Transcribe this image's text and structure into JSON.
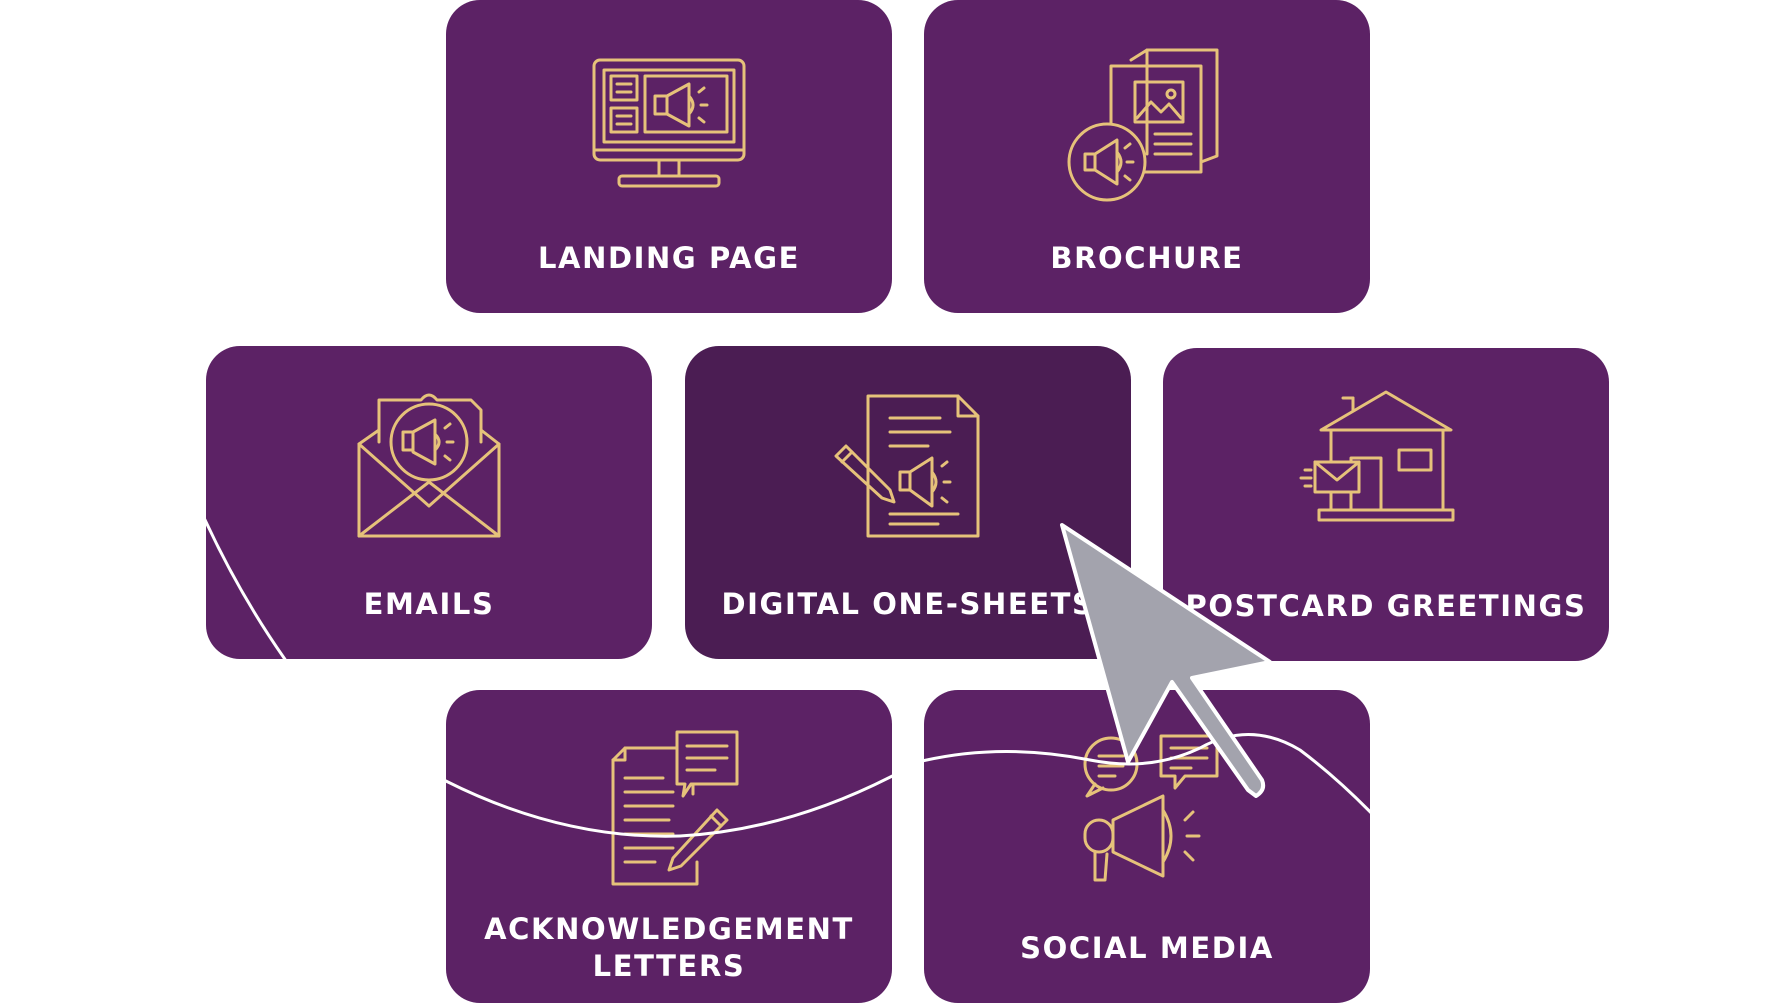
{
  "colors": {
    "tile": "#5c2265",
    "tile_active": "#4b1d53",
    "icon_stroke": "#e6c27a",
    "label": "#ffffff",
    "cursor_fill": "#a3a3ad"
  },
  "tiles": {
    "landing_page": {
      "label": "LANDING PAGE",
      "icon": "monitor-megaphone-icon"
    },
    "brochure": {
      "label": "BROCHURE",
      "icon": "brochure-megaphone-icon"
    },
    "emails": {
      "label": "EMAILS",
      "icon": "envelope-megaphone-icon"
    },
    "digital_one_sheets": {
      "label": "DIGITAL ONE-SHEETS",
      "icon": "document-pencil-megaphone-icon"
    },
    "postcard_greetings": {
      "label": "POSTCARD GREETINGS",
      "icon": "house-mailbox-icon"
    },
    "acknowledgement_letters": {
      "label_line1": "ACKNOWLEDGEMENT",
      "label_line2": "LETTERS",
      "icon": "letter-chat-pencil-icon"
    },
    "social_media": {
      "label": "SOCIAL MEDIA",
      "icon": "megaphone-chat-icon"
    }
  },
  "cursor": {
    "icon": "arrow-cursor-icon"
  }
}
